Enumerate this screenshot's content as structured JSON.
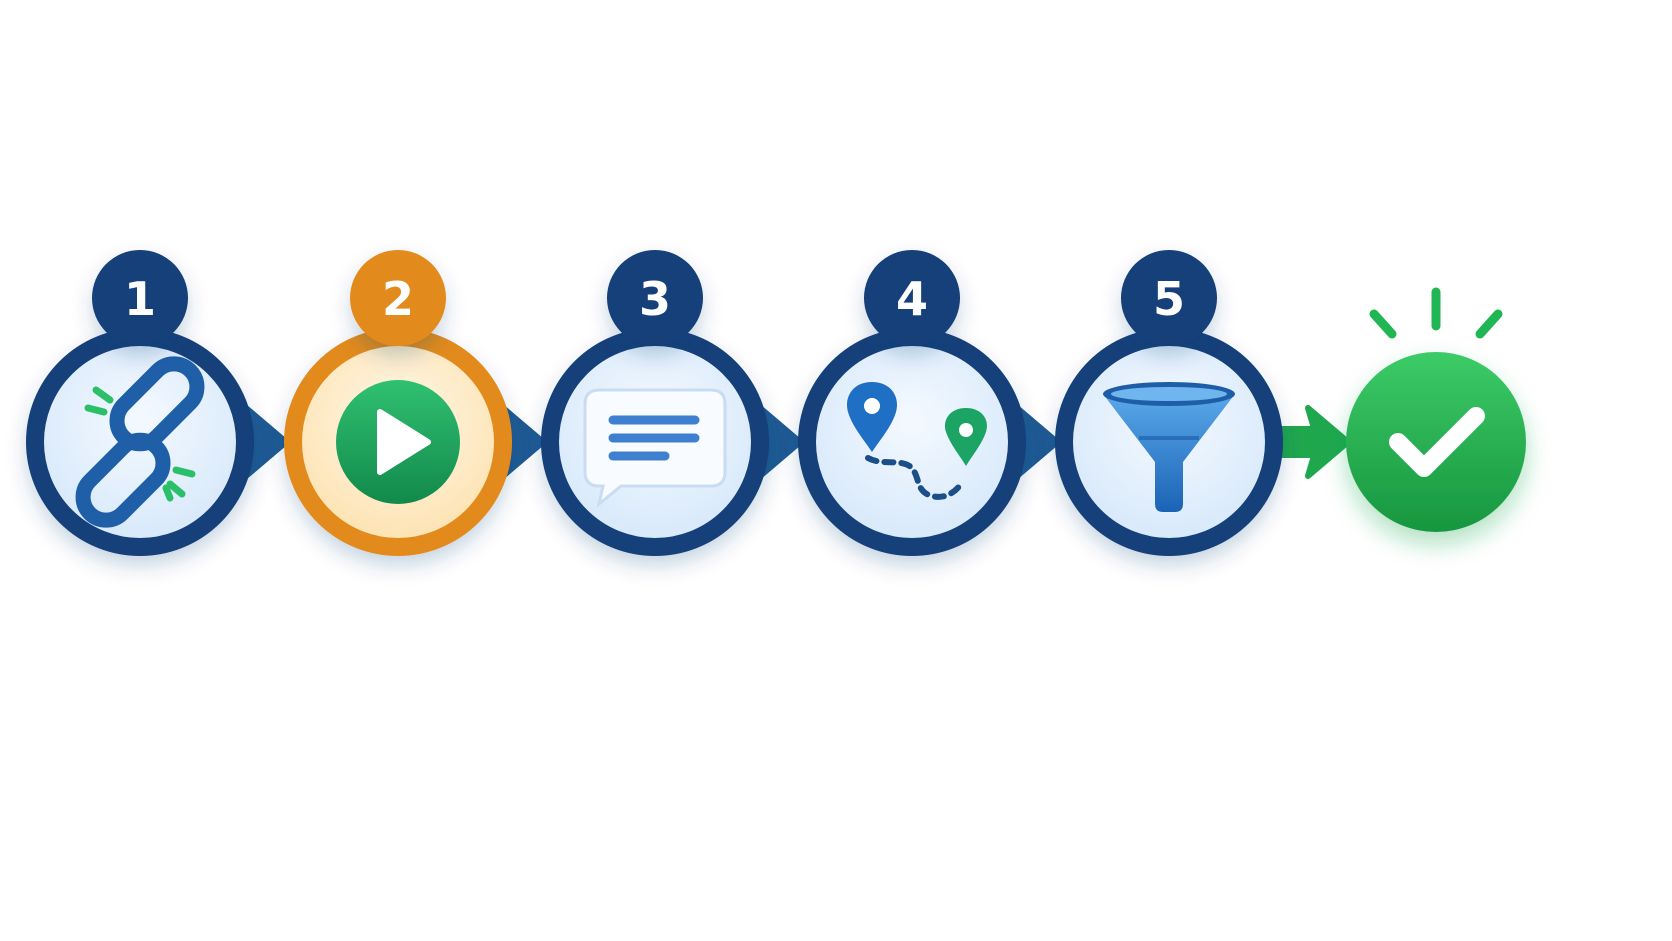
{
  "colors": {
    "navy": "#123f7a",
    "ring_fill": "#e4f0fc",
    "orange": "#e28b1c",
    "orange_fill": "#fff0d6",
    "green": "#1fa74e",
    "arrow_blue": "#1e5a93",
    "icon_blue": "#1f6fc4",
    "icon_green": "#1ba464",
    "white": "#ffffff"
  },
  "steps": [
    {
      "number": "1",
      "icon": "broken-link-icon",
      "state": "default"
    },
    {
      "number": "2",
      "icon": "play-icon",
      "state": "active"
    },
    {
      "number": "3",
      "icon": "chat-bubble-icon",
      "state": "default"
    },
    {
      "number": "4",
      "icon": "route-pins-icon",
      "state": "default"
    },
    {
      "number": "5",
      "icon": "funnel-icon",
      "state": "default"
    }
  ],
  "final": {
    "icon": "checkmark-icon",
    "state": "complete"
  },
  "connectors": [
    {
      "from": "1",
      "to": "2",
      "color": "arrow_blue"
    },
    {
      "from": "2",
      "to": "3",
      "color": "arrow_blue"
    },
    {
      "from": "3",
      "to": "4",
      "color": "arrow_blue"
    },
    {
      "from": "4",
      "to": "5",
      "color": "arrow_blue"
    },
    {
      "from": "5",
      "to": "done",
      "color": "green"
    }
  ]
}
